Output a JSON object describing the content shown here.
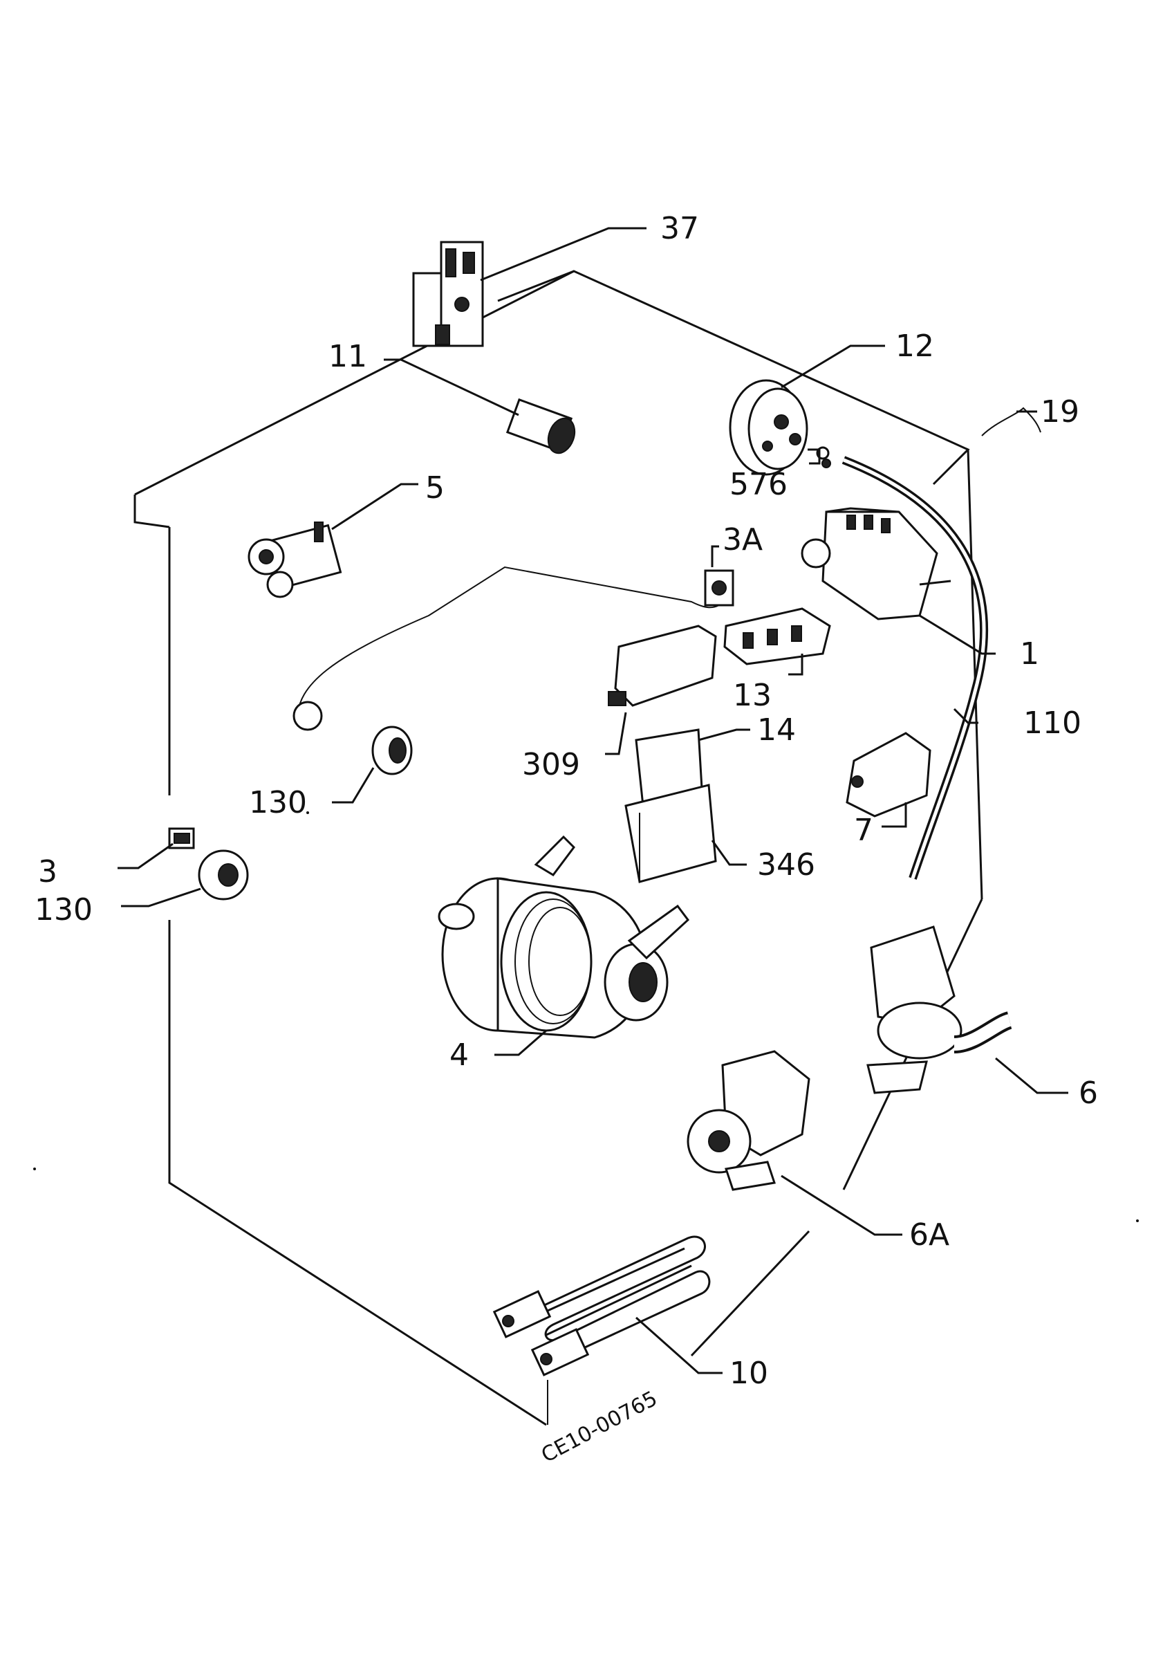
{
  "drawing_ref": "CE10-00765",
  "parts": [
    {
      "key": "37",
      "label": "37"
    },
    {
      "key": "12",
      "label": "12"
    },
    {
      "key": "11",
      "label": "11"
    },
    {
      "key": "19",
      "label": "19"
    },
    {
      "key": "576",
      "label": "576"
    },
    {
      "key": "5",
      "label": "5"
    },
    {
      "key": "3A",
      "label": "3A"
    },
    {
      "key": "1",
      "label": "1"
    },
    {
      "key": "13",
      "label": "13"
    },
    {
      "key": "110",
      "label": "110"
    },
    {
      "key": "14",
      "label": "14"
    },
    {
      "key": "309",
      "label": "309"
    },
    {
      "key": "130a",
      "label": "130"
    },
    {
      "key": "7",
      "label": "7"
    },
    {
      "key": "346",
      "label": "346"
    },
    {
      "key": "3",
      "label": "3"
    },
    {
      "key": "130b",
      "label": "130"
    },
    {
      "key": "4",
      "label": "4"
    },
    {
      "key": "6",
      "label": "6"
    },
    {
      "key": "6A",
      "label": "6A"
    },
    {
      "key": "10",
      "label": "10"
    }
  ]
}
